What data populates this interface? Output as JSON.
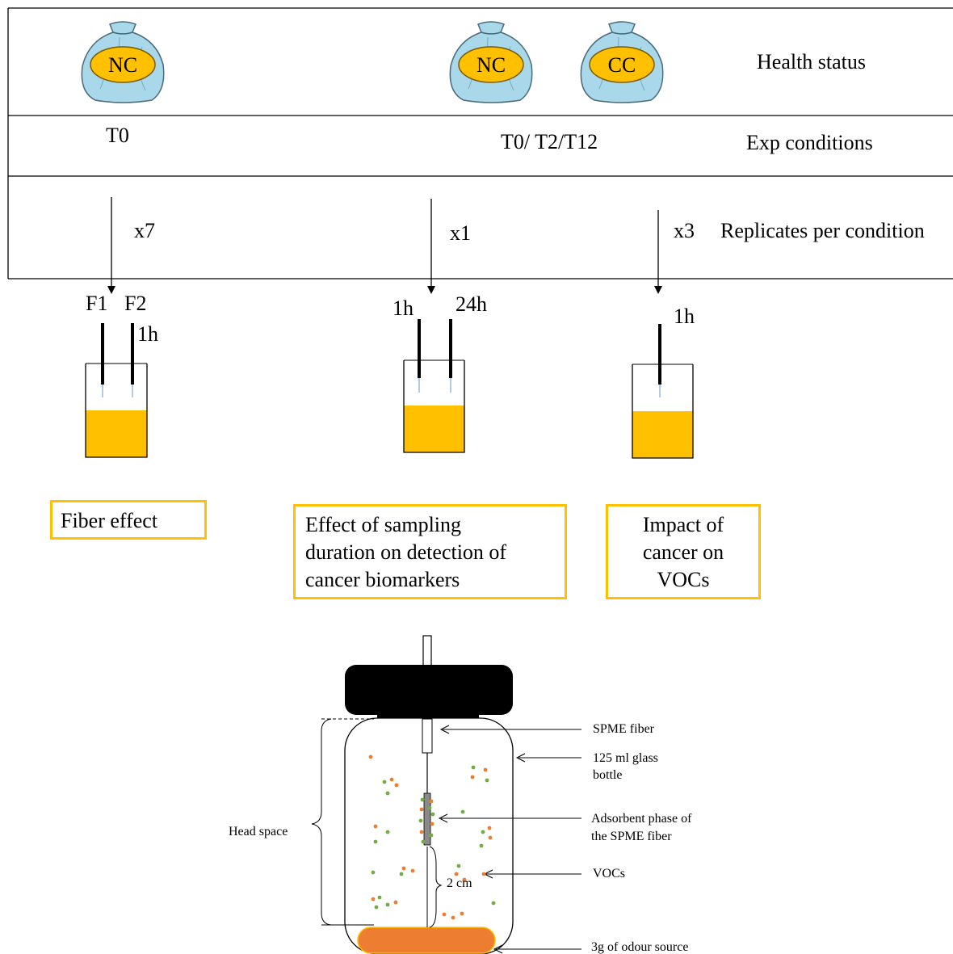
{
  "rows": {
    "health_status": "Health status",
    "exp_conditions": "Exp conditions",
    "replicates": "Replicates per condition"
  },
  "bags": [
    "NC",
    "NC",
    "CC"
  ],
  "conditions": {
    "left": "T0",
    "middle": "T0/ T2/T12"
  },
  "replicates": {
    "left": "x7",
    "middle": "x1",
    "right": "x3"
  },
  "fibers": {
    "left": {
      "f1": "F1",
      "f2": "F2",
      "time": "1h"
    },
    "middle": {
      "t1": "1h",
      "t2": "24h"
    },
    "right": {
      "t1": "1h"
    }
  },
  "effects": {
    "fiber": "Fiber effect",
    "duration": [
      "Effect of sampling",
      "duration on detection of",
      "cancer biomarkers"
    ],
    "impact": [
      "Impact of",
      "cancer on",
      "VOCs"
    ]
  },
  "bottle": {
    "labels": {
      "spme_fiber": "SPME fiber",
      "glass_bottle": [
        "125 ml glass",
        "bottle"
      ],
      "adsorbent": [
        "Adsorbent phase of",
        "the SPME fiber"
      ],
      "vocs": "VOCs",
      "odour_source": "3g of odour source",
      "head_space": "Head space",
      "distance": "2 cm"
    }
  },
  "colors": {
    "highlight": "#FFC000",
    "bag": "#A9D8EA",
    "odour": "#ED7D31",
    "voc_orange": "#ED7D31",
    "voc_green": "#70AD47",
    "cap": "#000000"
  }
}
